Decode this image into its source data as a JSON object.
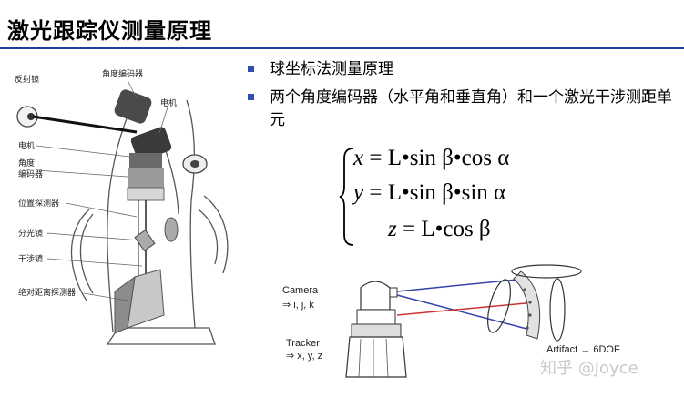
{
  "title": "激光跟踪仪测量原理",
  "bullets": [
    "球坐标法测量原理",
    "两个角度编码器（水平角和垂直角）和一个激光干涉测距单元"
  ],
  "formula": [
    {
      "lhs": "x",
      "rhs": "= L•sin β•cos α"
    },
    {
      "lhs": "y",
      "rhs": "= L•sin β•sin α"
    },
    {
      "lhs": "z",
      "rhs": "= L•cos β"
    }
  ],
  "left_labels": {
    "reflector": "反射镜",
    "angle_encoder_top": "角度编码器",
    "motor_top": "电机",
    "motor_left": "电机",
    "angle_1": "角度",
    "angle_2": "编码器",
    "position_detector": "位置探测器",
    "beam_splitter": "分光镜",
    "interferometer": "干涉镜",
    "absolute_distance": "绝对距离探测器"
  },
  "bottom_labels": {
    "camera": "Camera",
    "camera_sub": "⇒ i, j, k",
    "tracker": "Tracker",
    "tracker_sub": "⇒ x, y, z",
    "artifact": "Artifact → 6DOF"
  },
  "watermark": "知乎 @Joyce",
  "colors": {
    "bullet_marker": "#2f4fb0",
    "title_rule": "#1f3fa0",
    "beam_blue": "#3344aa",
    "beam_red": "#cc3333"
  }
}
